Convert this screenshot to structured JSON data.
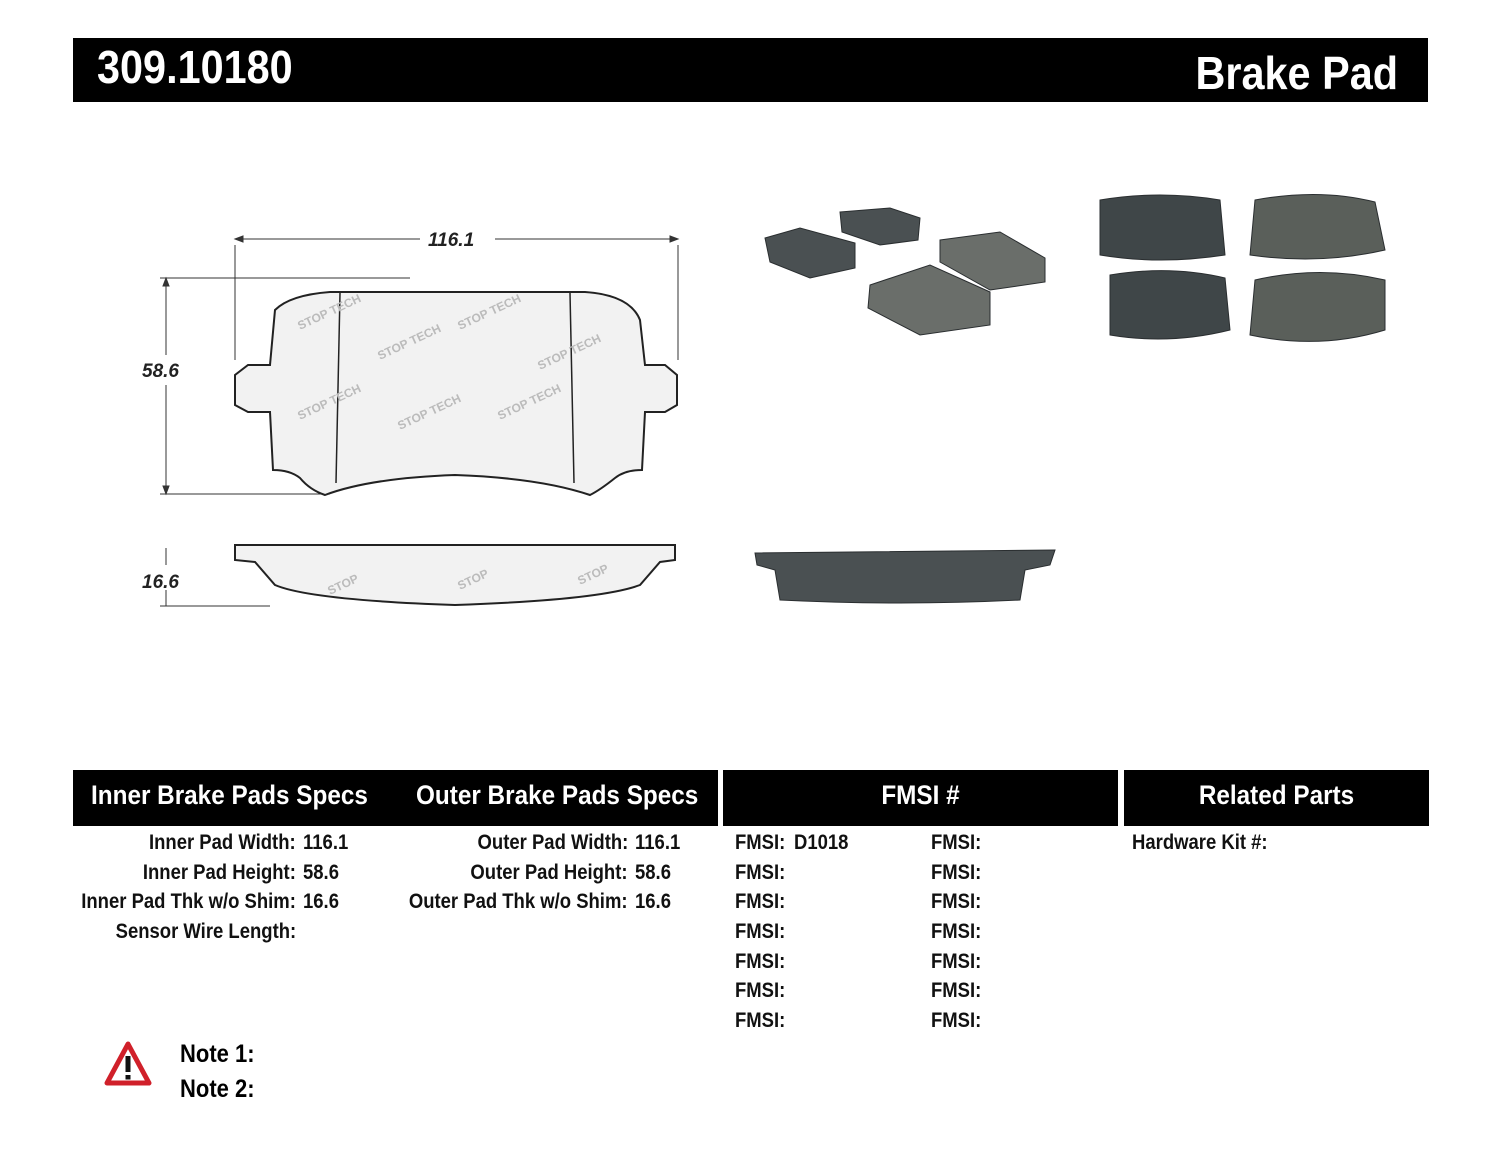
{
  "header": {
    "part_number": "309.10180",
    "product_type": "Brake Pad"
  },
  "drawing": {
    "width_dim": "116.1",
    "height_dim": "58.6",
    "thickness_dim": "16.6",
    "watermark": "STOPTECH"
  },
  "table": {
    "headers": {
      "inner": "Inner Brake Pads Specs",
      "outer": "Outer Brake Pads Specs",
      "fmsi": "FMSI #",
      "related": "Related Parts"
    },
    "inner": [
      {
        "label": "Inner Pad Width:",
        "value": "116.1"
      },
      {
        "label": "Inner Pad Height:",
        "value": "58.6"
      },
      {
        "label": "Inner Pad Thk w/o Shim:",
        "value": "16.6"
      },
      {
        "label": "Sensor Wire Length:",
        "value": ""
      }
    ],
    "outer": [
      {
        "label": "Outer Pad Width:",
        "value": "116.1"
      },
      {
        "label": "Outer Pad Height:",
        "value": "58.6"
      },
      {
        "label": "Outer Pad Thk w/o Shim:",
        "value": "16.6"
      }
    ],
    "fmsi_col1": [
      {
        "label": "FMSI:",
        "value": "D1018"
      },
      {
        "label": "FMSI:",
        "value": ""
      },
      {
        "label": "FMSI:",
        "value": ""
      },
      {
        "label": "FMSI:",
        "value": ""
      },
      {
        "label": "FMSI:",
        "value": ""
      },
      {
        "label": "FMSI:",
        "value": ""
      },
      {
        "label": "FMSI:",
        "value": ""
      }
    ],
    "fmsi_col2": [
      {
        "label": "FMSI:"
      },
      {
        "label": "FMSI:"
      },
      {
        "label": "FMSI:"
      },
      {
        "label": "FMSI:"
      },
      {
        "label": "FMSI:"
      },
      {
        "label": "FMSI:"
      },
      {
        "label": "FMSI:"
      }
    ],
    "related": [
      {
        "label": "Hardware Kit #:"
      }
    ]
  },
  "notes": [
    {
      "label": "Note 1:"
    },
    {
      "label": "Note 2:"
    }
  ],
  "icons": {
    "warning": "warning-triangle-icon"
  },
  "colors": {
    "header_bg": "#000000",
    "pad_photo": "#4a5052",
    "warning": "#d0202a"
  }
}
